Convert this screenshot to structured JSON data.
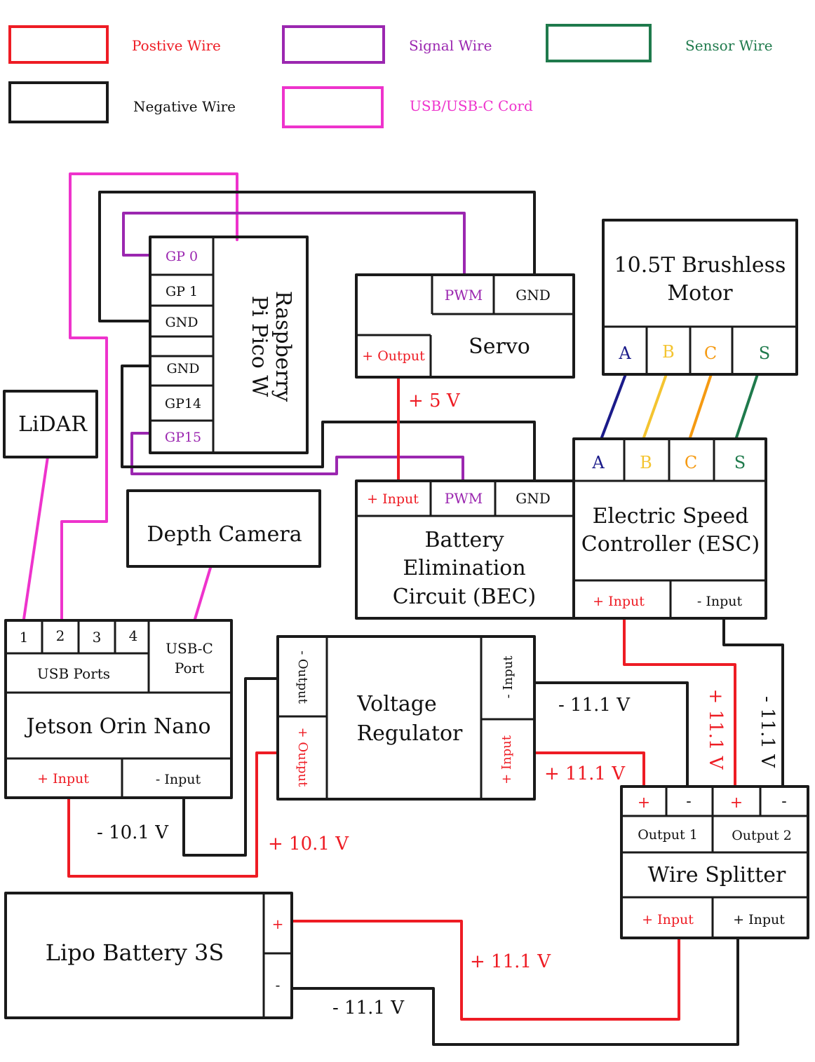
{
  "legend": {
    "positive": "Postive Wire",
    "signal": "Signal Wire",
    "sensor": "Sensor Wire",
    "negative": "Negative Wire",
    "usb": "USB/USB-C Cord"
  },
  "colors": {
    "positive": "#ee1c24",
    "negative": "#1a1a1a",
    "signal": "#9b27b0",
    "usb": "#ee33cc",
    "sensor": "#1f7a4c",
    "phase_a": "#1b1b8a",
    "phase_b": "#f4c430",
    "phase_c": "#f59a12",
    "phase_s": "#1f7a4c"
  },
  "pico": {
    "title_line1": "Raspberry",
    "title_line2": "Pi Pico W",
    "pins": [
      "GP 0",
      "GP 1",
      "GND",
      "GND",
      "GP14",
      "GP15"
    ]
  },
  "servo": {
    "title": "Servo",
    "pwm": "PWM",
    "gnd": "GND",
    "output": "+ Output"
  },
  "motor": {
    "title_line1": "10.5T Brushless",
    "title_line2": "Motor",
    "phases": [
      "A",
      "B",
      "C",
      "S"
    ]
  },
  "lidar": {
    "title": "LiDAR"
  },
  "depth_camera": {
    "title": "Depth Camera"
  },
  "bec": {
    "input": "+ Input",
    "pwm": "PWM",
    "gnd": "GND",
    "title_line1": "Battery",
    "title_line2": "Elimination",
    "title_line3": "Circuit (BEC)"
  },
  "esc": {
    "phases": [
      "A",
      "B",
      "C",
      "S"
    ],
    "title_line1": "Electric Speed",
    "title_line2": "Controller (ESC)",
    "pos_input": "+ Input",
    "neg_input": "- Input"
  },
  "jetson": {
    "ports": [
      "1",
      "2",
      "3",
      "4"
    ],
    "usb_ports": "USB Ports",
    "usbc_line1": "USB-C",
    "usbc_line2": "Port",
    "title": "Jetson Orin Nano",
    "pos_input": "+ Input",
    "neg_input": "- Input"
  },
  "regulator": {
    "title_line1": "Voltage",
    "title_line2": "Regulator",
    "neg_output": "- Output",
    "pos_output": "+ Output",
    "neg_input": "- Input",
    "pos_input": "+ Input"
  },
  "splitter": {
    "plus": "+",
    "minus": "-",
    "output1": "Output 1",
    "output2": "Output 2",
    "title": "Wire Splitter",
    "input1": "+ Input",
    "input2": "+ Input"
  },
  "battery": {
    "title": "Lipo Battery 3S",
    "plus": "+",
    "minus": "-"
  },
  "voltages": {
    "servo_5v": "+ 5 V",
    "reg_neg_in": "- 11.1 V",
    "reg_pos_in": "+ 11.1 V",
    "esc_pos": "+ 11.1 V",
    "esc_neg": "- 11.1 V",
    "jetson_neg": "- 10.1 V",
    "jetson_pos": "+ 10.1 V",
    "battery_pos": "+ 11.1 V",
    "battery_neg": "- 11.1 V"
  }
}
